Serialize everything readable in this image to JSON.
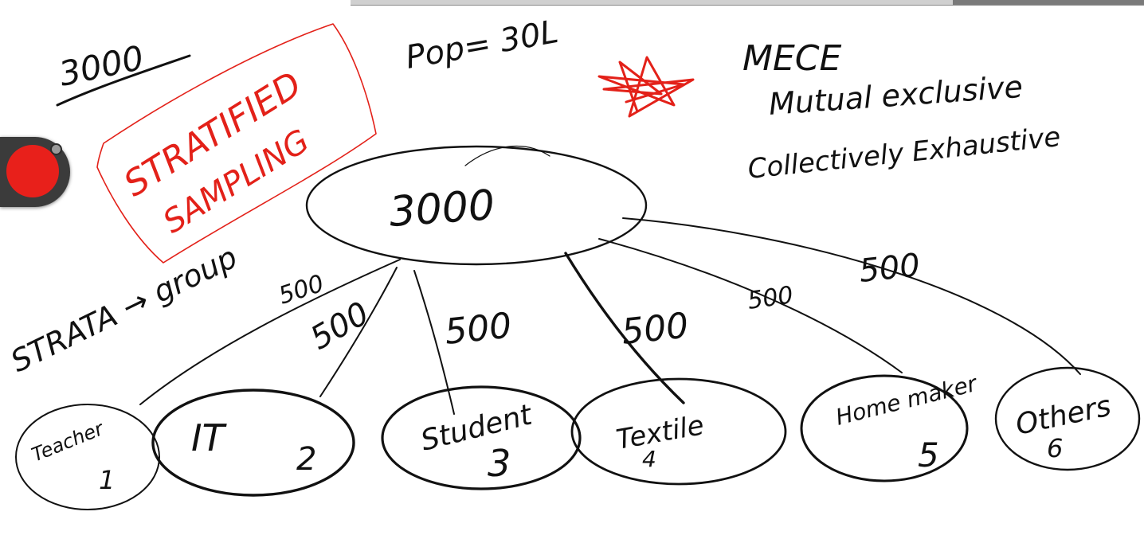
{
  "recorder": {
    "icon": "record-icon",
    "color": "#e8201b"
  },
  "notes": {
    "total_top": "3000",
    "population": "Pop= 30L",
    "title_line1": "STRATIFIED",
    "title_line2": "SAMPLING",
    "mece_title": "MECE",
    "mece_line1": "Mutual exclusive",
    "mece_line2": "Collectively Exhaustive",
    "strata_def": "STRATA → group",
    "root_value": "3000"
  },
  "edges": [
    {
      "label": "500"
    },
    {
      "label": "500"
    },
    {
      "label": "500"
    },
    {
      "label": "500"
    },
    {
      "label": "500"
    },
    {
      "label": "500"
    }
  ],
  "groups": [
    {
      "name": "Teacher",
      "number": "1"
    },
    {
      "name": "IT",
      "number": "2"
    },
    {
      "name": "Student",
      "number": "3"
    },
    {
      "name": "Textile",
      "number": "4"
    },
    {
      "name": "Home maker",
      "number": "5"
    },
    {
      "name": "Others",
      "number": "6"
    }
  ],
  "colors": {
    "ink": "#111111",
    "highlight": "#e32119"
  }
}
